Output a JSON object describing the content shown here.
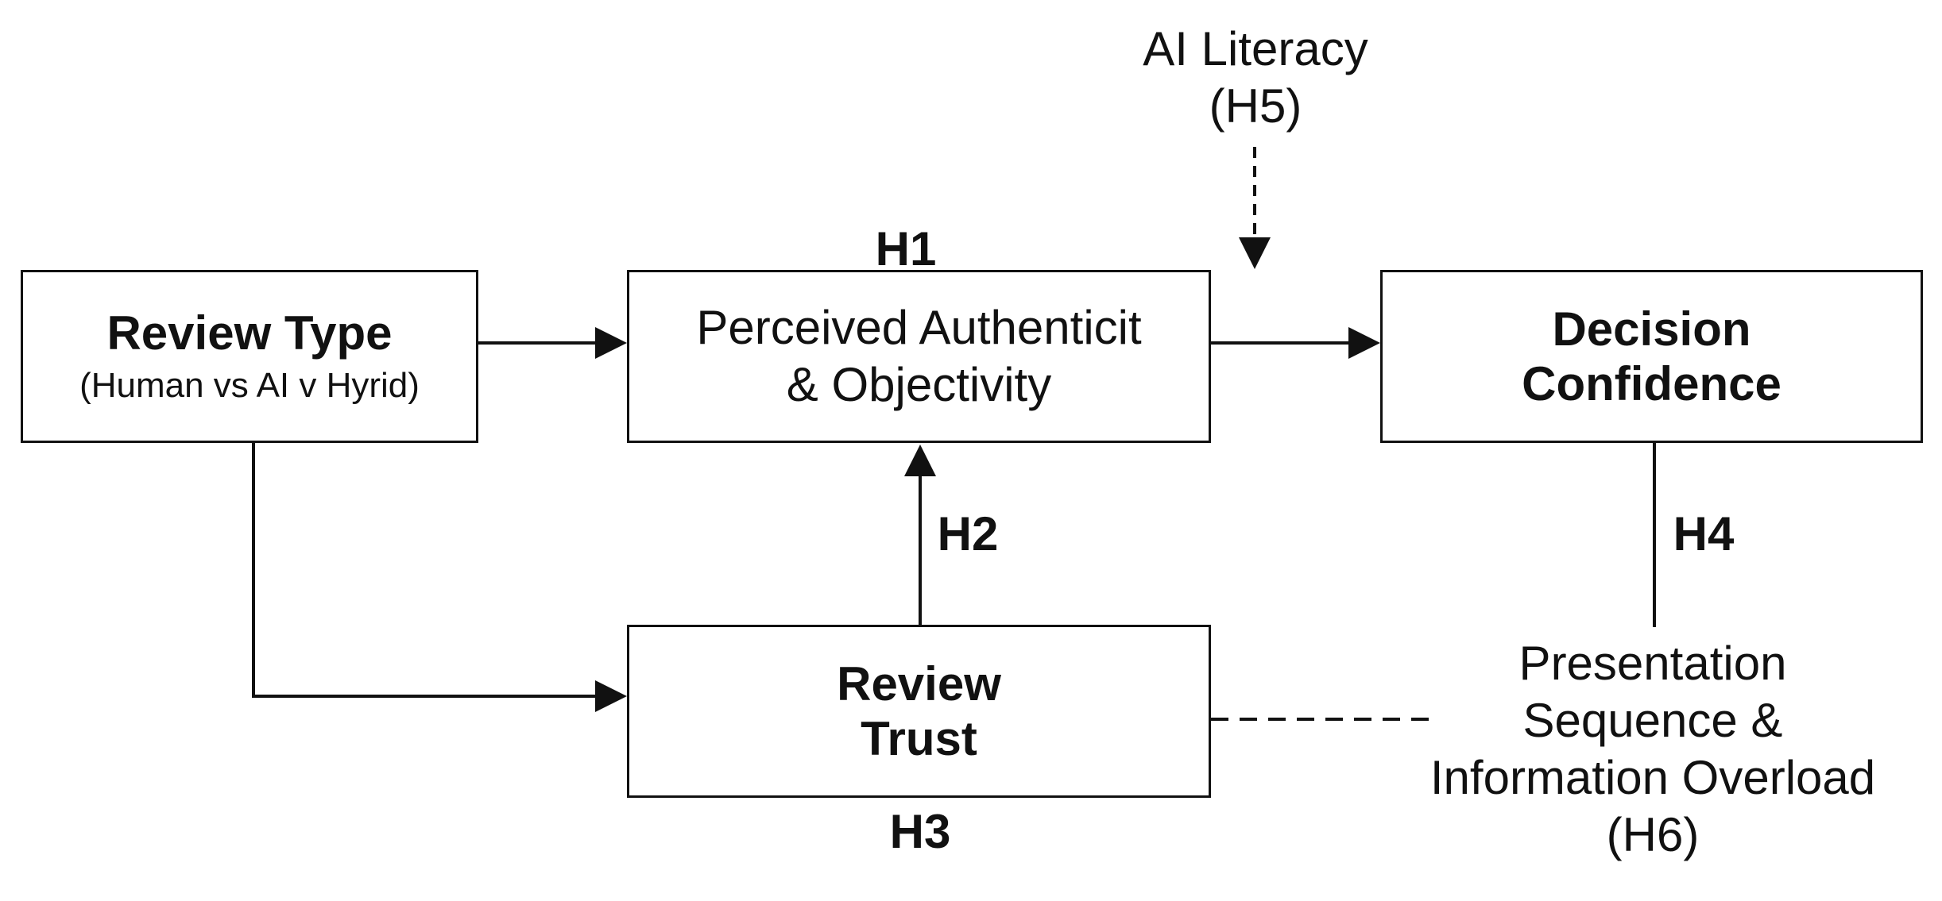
{
  "nodes": {
    "review_type": {
      "title": "Review Type",
      "subtitle": "(Human vs AI v Hyrid)"
    },
    "perceived": {
      "line1": "Perceived Authenticit",
      "line2": "& Objectivity"
    },
    "decision": {
      "line1": "Decision",
      "line2": "Confidence"
    },
    "review_trust": {
      "line1": "Review",
      "line2": "Trust"
    }
  },
  "moderators": {
    "ai_literacy": {
      "line1": "AI Literacy",
      "line2": "(H5)"
    },
    "presentation": {
      "line1": "Presentation",
      "line2": "Sequence &",
      "line3": "Information Overload",
      "line4": "(H6)"
    }
  },
  "hypotheses": {
    "h1": "H1",
    "h2": "H2",
    "h3": "H3",
    "h4": "H4"
  },
  "colors": {
    "line": "#111111",
    "background": "#ffffff"
  }
}
